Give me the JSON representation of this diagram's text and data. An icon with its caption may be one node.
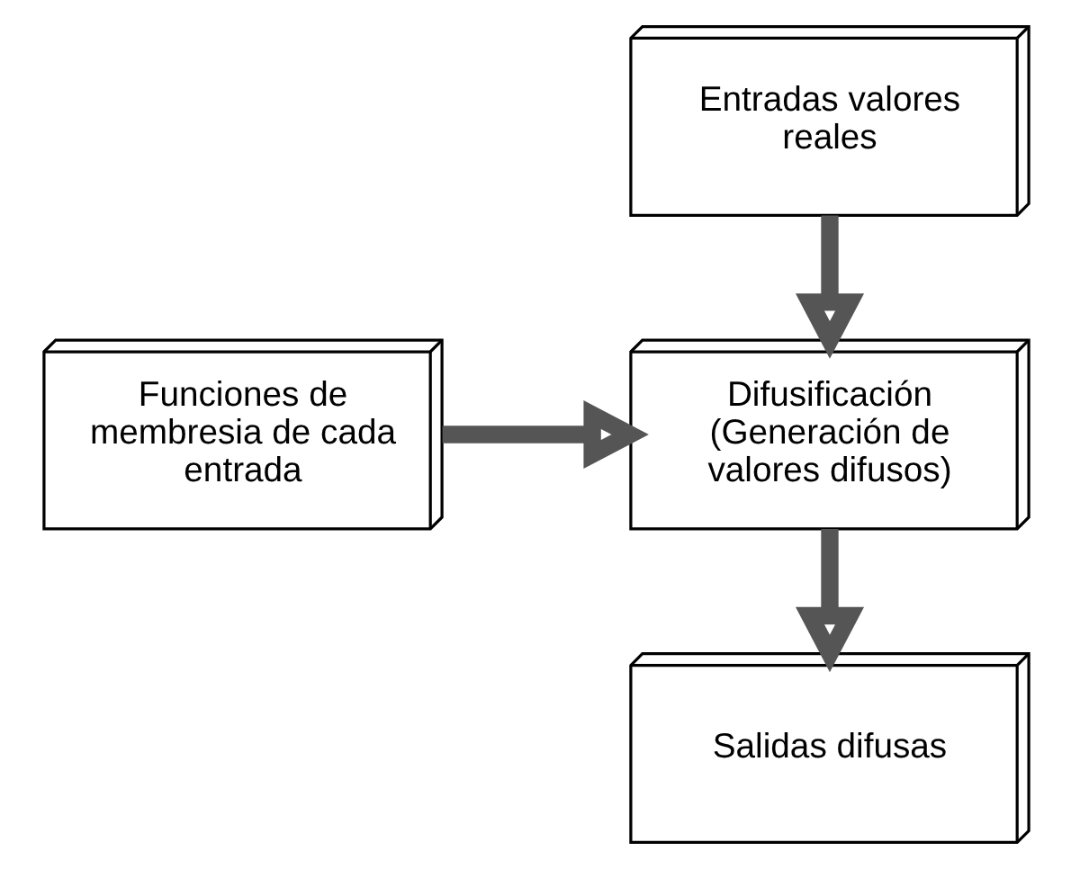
{
  "diagram": {
    "nodes": [
      {
        "text": [
          "Entradas valores reales"
        ]
      },
      {
        "text": [
          "Funciones de membresia de cada entrada"
        ]
      },
      {
        "text": [
          "Difusificación (Generación de valores difusos)"
        ]
      },
      {
        "text": [
          "Salidas difusas"
        ]
      }
    ],
    "edges": [
      {
        "from": 0,
        "to": 2,
        "arrow": "to"
      },
      {
        "from": 1,
        "to": 2,
        "arrow": "to"
      },
      {
        "from": 2,
        "to": 3,
        "arrow": "to"
      }
    ]
  }
}
